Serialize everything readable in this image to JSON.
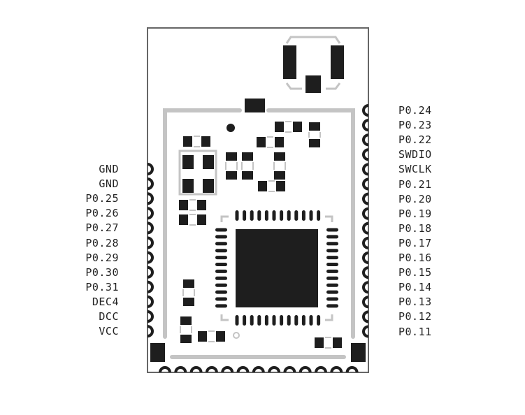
{
  "module": {
    "left_pins": [
      "GND",
      "GND",
      "P0.25",
      "P0.26",
      "P0.27",
      "P0.28",
      "P0.29",
      "P0.30",
      "P0.31",
      "DEC4",
      "DCC",
      "VCC"
    ],
    "right_pins": [
      "P0.24",
      "P0.23",
      "P0.22",
      "SWDIO",
      "SWCLK",
      "P0.21",
      "P0.20",
      "P0.19",
      "P0.18",
      "P0.17",
      "P0.16",
      "P0.15",
      "P0.14",
      "P0.13",
      "P0.12",
      "P0.11"
    ],
    "bottom_pad_count": 13
  },
  "colors": {
    "pad": "#1e1e1e",
    "silkscreen": "#c4c4c4",
    "outline": "#666666"
  }
}
